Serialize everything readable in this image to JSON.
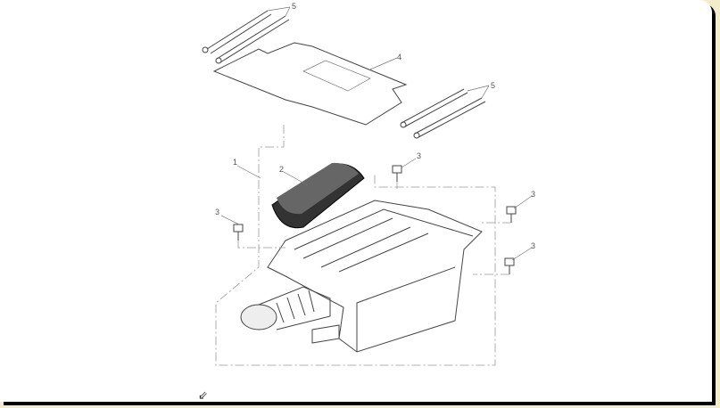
{
  "diagram": {
    "title": "Air box assembly exploded view",
    "callouts": [
      "1",
      "2",
      "3",
      "3",
      "3",
      "3",
      "4",
      "5",
      "5"
    ]
  },
  "cursor": {
    "icon": "zoom-out-arrow-icon",
    "glyph": "⇙"
  }
}
